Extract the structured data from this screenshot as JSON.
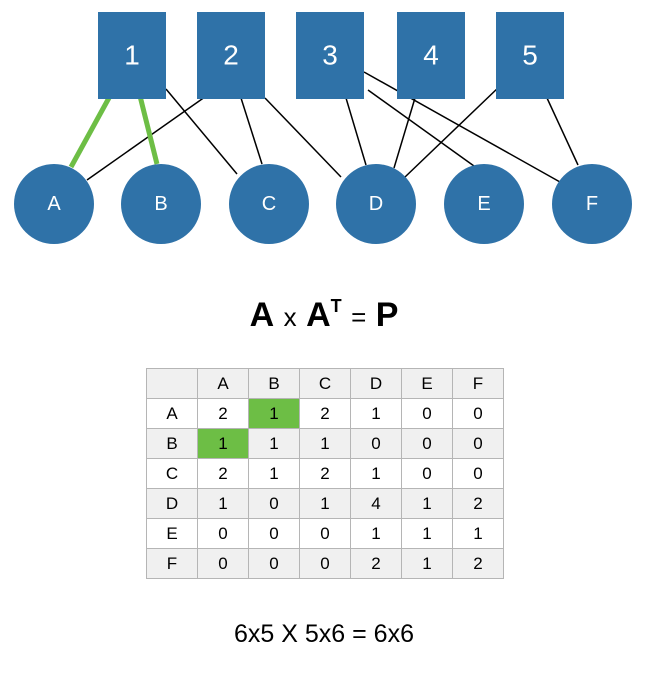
{
  "colors": {
    "node_fill": "#2f72a8",
    "edge_default": "#000000",
    "edge_highlight": "#6dbe45",
    "cell_highlight": "#6dbe45"
  },
  "squares": [
    "1",
    "2",
    "3",
    "4",
    "5"
  ],
  "circles": [
    "A",
    "B",
    "C",
    "D",
    "E",
    "F"
  ],
  "edges": [
    {
      "from": "1",
      "to": "A",
      "highlight": true
    },
    {
      "from": "1",
      "to": "B",
      "highlight": true
    },
    {
      "from": "1",
      "to": "C",
      "highlight": false
    },
    {
      "from": "2",
      "to": "A",
      "highlight": false
    },
    {
      "from": "2",
      "to": "C",
      "highlight": false
    },
    {
      "from": "2",
      "to": "D",
      "highlight": false
    },
    {
      "from": "3",
      "to": "D",
      "highlight": false
    },
    {
      "from": "3",
      "to": "E",
      "highlight": false
    },
    {
      "from": "3",
      "to": "F",
      "highlight": false
    },
    {
      "from": "4",
      "to": "D",
      "highlight": false
    },
    {
      "from": "5",
      "to": "D",
      "highlight": false
    },
    {
      "from": "5",
      "to": "F",
      "highlight": false
    }
  ],
  "equation": {
    "a": "A",
    "times": "x",
    "at": "A",
    "sup": "T",
    "equals": "=",
    "p": "P"
  },
  "matrix": {
    "columns": [
      "A",
      "B",
      "C",
      "D",
      "E",
      "F"
    ],
    "rows": [
      {
        "label": "A",
        "values": [
          "2",
          "1",
          "2",
          "1",
          "0",
          "0"
        ]
      },
      {
        "label": "B",
        "values": [
          "1",
          "1",
          "1",
          "0",
          "0",
          "0"
        ]
      },
      {
        "label": "C",
        "values": [
          "2",
          "1",
          "2",
          "1",
          "0",
          "0"
        ]
      },
      {
        "label": "D",
        "values": [
          "1",
          "0",
          "1",
          "4",
          "1",
          "2"
        ]
      },
      {
        "label": "E",
        "values": [
          "0",
          "0",
          "0",
          "1",
          "1",
          "1"
        ]
      },
      {
        "label": "F",
        "values": [
          "0",
          "0",
          "0",
          "2",
          "1",
          "2"
        ]
      }
    ],
    "highlighted_cells": [
      {
        "row": "A",
        "col": "B"
      },
      {
        "row": "B",
        "col": "A"
      }
    ]
  },
  "dimensions_text": "6x5 X 5x6 = 6x6"
}
